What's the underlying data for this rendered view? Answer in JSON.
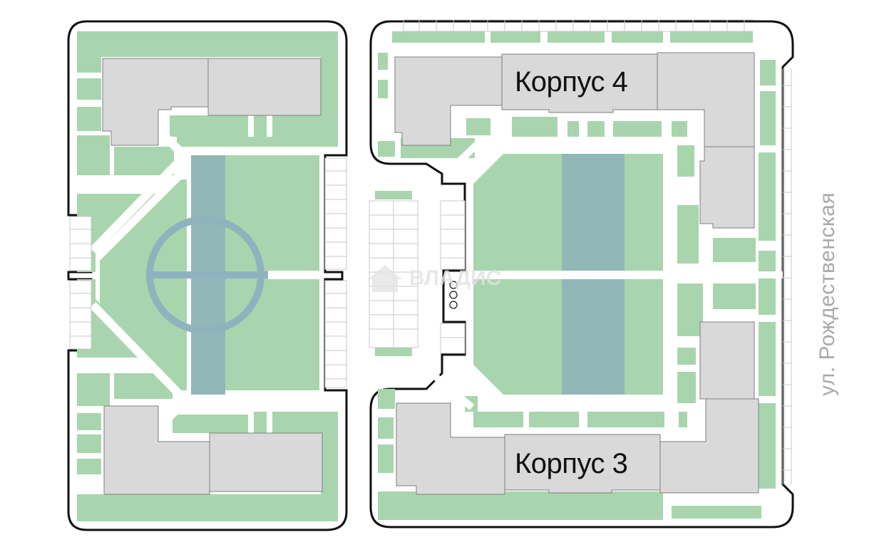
{
  "map": {
    "buildings": [
      {
        "id": "k4",
        "label": "Корпус 4"
      },
      {
        "id": "k3",
        "label": "Корпус 3"
      }
    ],
    "street": "ул. Рождественская",
    "watermark": "ВЛАДИС",
    "colors": {
      "lawn": "#a8d5ad",
      "building": "#d9d9d9",
      "building_stroke": "#7f7f7f",
      "path": "#ffffff",
      "boundary": "#111111",
      "water": "#8fb8b7",
      "circle": "#8fb3be",
      "street_text": "#a9a9a9"
    }
  }
}
